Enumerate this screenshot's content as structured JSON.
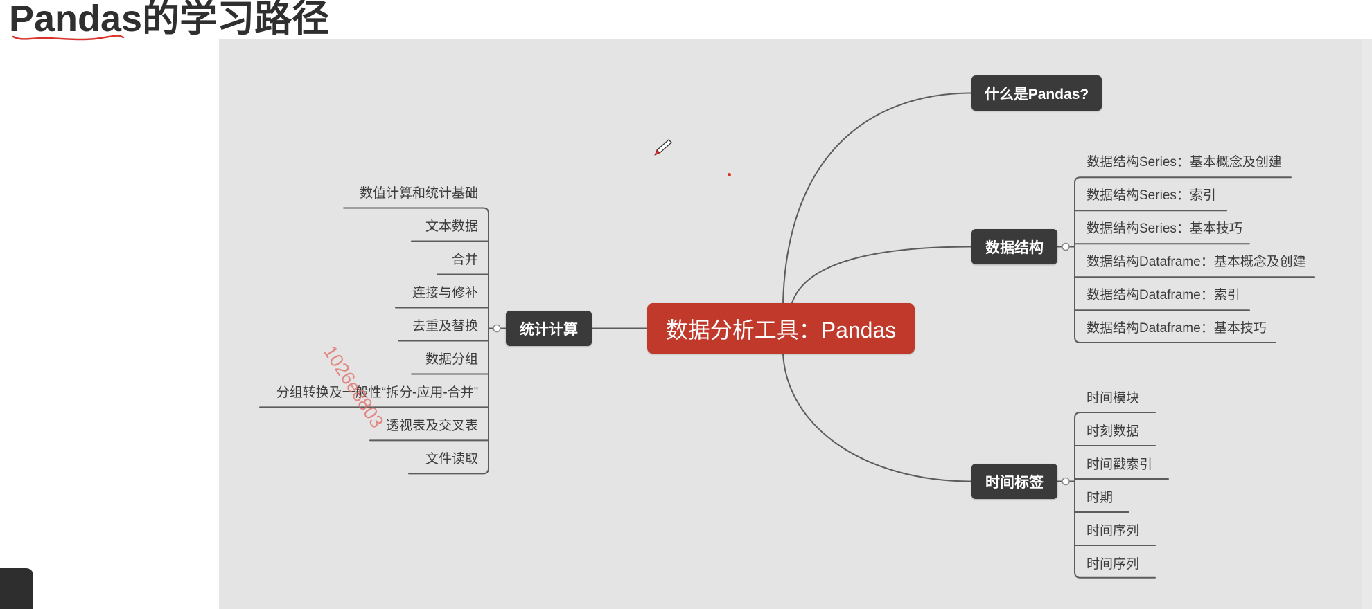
{
  "title": "Pandas的学习路径",
  "watermark": "1026e8803",
  "colors": {
    "canvas": "#e4e4e4",
    "central_node": "#c0392b",
    "topic_node": "#3a3a3a",
    "connector_line": "#5c5c5c",
    "annotation_red": "#d8342c"
  },
  "icons": {
    "pen_cursor": "pen-cursor-icon",
    "collapse_toggle": "collapse-toggle-icon"
  },
  "mindmap": {
    "central_topic": "数据分析工具：Pandas",
    "left": {
      "stats": {
        "label": "统计计算",
        "items": [
          "数值计算和统计基础",
          "文本数据",
          "合并",
          "连接与修补",
          "去重及替换",
          "数据分组",
          "分组转换及一般性“拆分-应用-合并”",
          "透视表及交叉表",
          "文件读取"
        ]
      }
    },
    "right": {
      "what_is": {
        "label": "什么是Pandas?"
      },
      "data_structures": {
        "label": "数据结构",
        "items": [
          "数据结构Series：基本概念及创建",
          "数据结构Series：索引",
          "数据结构Series：基本技巧",
          "数据结构Dataframe：基本概念及创建",
          "数据结构Dataframe：索引",
          "数据结构Dataframe：基本技巧"
        ]
      },
      "time": {
        "label": "时间标签",
        "items": [
          "时间模块",
          "时刻数据",
          "时间戳索引",
          "时期",
          "时间序列",
          "时间序列"
        ]
      }
    }
  }
}
